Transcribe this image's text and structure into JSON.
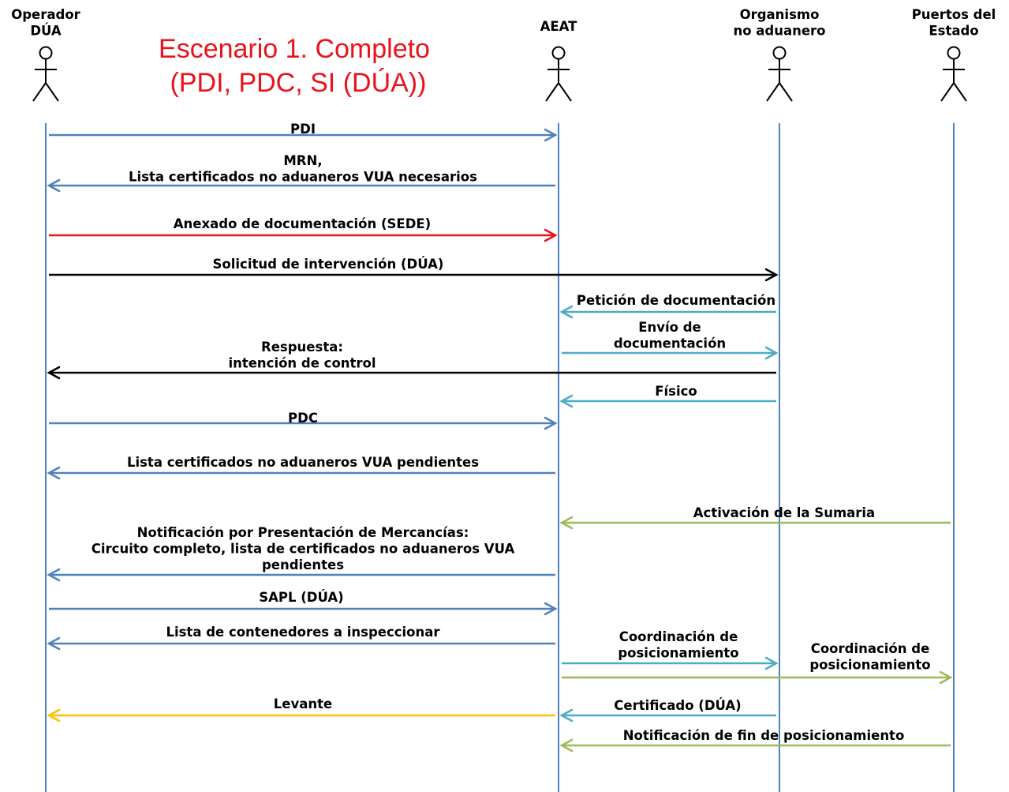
{
  "title": {
    "line1": "Escenario 1. Completo",
    "line2": "(PDI, PDC, SI (DÚA))",
    "color": "#e8131b"
  },
  "lifeline_color": "#4f81bd",
  "actors": [
    {
      "id": "operador",
      "lines": [
        "Operador",
        "DÚA"
      ]
    },
    {
      "id": "aeat",
      "lines": [
        "AEAT"
      ]
    },
    {
      "id": "organismo",
      "lines": [
        "Organismo",
        "no aduanero"
      ]
    },
    {
      "id": "puertos",
      "lines": [
        "Puertos del",
        "Estado"
      ]
    }
  ],
  "colors": {
    "blue": "#4f81bd",
    "red": "#e8131b",
    "black": "#000000",
    "cyan": "#4bacc6",
    "green": "#9bbb59",
    "yellow": "#ffc000"
  },
  "messages": [
    {
      "from": "operador",
      "to": "aeat",
      "color": "blue",
      "label": [
        "PDI"
      ]
    },
    {
      "from": "aeat",
      "to": "operador",
      "color": "blue",
      "label": [
        "MRN,",
        "Lista certificados no aduaneros VUA necesarios"
      ]
    },
    {
      "from": "operador",
      "to": "aeat",
      "color": "red",
      "label": [
        "Anexado de documentación (SEDE)"
      ]
    },
    {
      "from": "operador",
      "to": "organismo",
      "color": "black",
      "label": [
        "Solicitud de intervención (DÚA)"
      ]
    },
    {
      "from": "organismo",
      "to": "aeat",
      "color": "cyan",
      "label": [
        "Petición de documentación"
      ]
    },
    {
      "from": "aeat",
      "to": "organismo",
      "color": "cyan",
      "label": [
        "Envío de",
        "documentación"
      ]
    },
    {
      "from": "organismo",
      "to": "operador",
      "color": "black",
      "label": [
        "Respuesta:",
        "intención de control"
      ]
    },
    {
      "from": "organismo",
      "to": "aeat",
      "color": "cyan",
      "label": [
        "Físico"
      ]
    },
    {
      "from": "operador",
      "to": "aeat",
      "color": "blue",
      "label": [
        "PDC"
      ]
    },
    {
      "from": "aeat",
      "to": "operador",
      "color": "blue",
      "label": [
        "Lista certificados no aduaneros VUA pendientes"
      ]
    },
    {
      "from": "puertos",
      "to": "aeat",
      "color": "green",
      "label": [
        "Activación de la Sumaria"
      ]
    },
    {
      "from": "aeat",
      "to": "operador",
      "color": "blue",
      "label": [
        "Notificación por Presentación de Mercancías:",
        "Circuito completo, lista de certificados no aduaneros VUA",
        "pendientes"
      ]
    },
    {
      "from": "operador",
      "to": "aeat",
      "color": "blue",
      "label": [
        "SAPL (DÚA)"
      ]
    },
    {
      "from": "aeat",
      "to": "operador",
      "color": "blue",
      "label": [
        "Lista de contenedores a inspeccionar"
      ]
    },
    {
      "from": "aeat",
      "to": "organismo",
      "color": "cyan",
      "label": [
        "Coordinación de",
        "posicionamiento"
      ]
    },
    {
      "from": "aeat",
      "to": "puertos",
      "color": "green",
      "label": [
        "Coordinación de",
        "posicionamiento"
      ]
    },
    {
      "from": "aeat",
      "to": "operador",
      "color": "yellow",
      "label": [
        "Levante"
      ]
    },
    {
      "from": "organismo",
      "to": "aeat",
      "color": "cyan",
      "label": [
        "Certificado (DÚA)"
      ]
    },
    {
      "from": "puertos",
      "to": "aeat",
      "color": "green",
      "label": [
        "Notificación de fin de posicionamiento"
      ]
    }
  ]
}
